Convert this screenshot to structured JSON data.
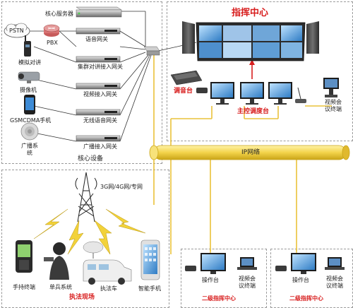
{
  "core": {
    "title": "核心设备",
    "pstn": "PSTN",
    "pbx": "PBX",
    "core_server": "核心服务器",
    "voice_gateway": "语音网关",
    "cluster_gateway": "集群对讲接入网关",
    "video_gateway": "视频接入网关",
    "wireless_gateway": "无线语音网关",
    "broadcast_gateway": "广播接入网关",
    "analog_radio": "模拟对讲",
    "camera": "摄像机",
    "mobile": "GSMCDMA手机",
    "broadcast_system_line1": "广播系",
    "broadcast_system_line2": "统"
  },
  "command_center": {
    "title": "指挥中心",
    "mixer": "调音台",
    "main_console": "主控调度台",
    "video_conf_line1": "视频会",
    "video_conf_line2": "议终端"
  },
  "network": {
    "ip_network": "IP网络",
    "wireless_network": "3G网/4G网/专网"
  },
  "field": {
    "title": "执法现场",
    "handheld": "手持终端",
    "soldier": "单兵系统",
    "vehicle": "执法车",
    "smartphone": "智能手机"
  },
  "sub_centers": [
    {
      "title": "二级指挥中心",
      "console": "操作台",
      "video_conf_line1": "视频会",
      "video_conf_line2": "议终端"
    },
    {
      "title": "二级指挥中心",
      "console": "操作台",
      "video_conf_line1": "视频会",
      "video_conf_line2": "议终端"
    }
  ],
  "colors": {
    "ip_bar": "#f3d34a",
    "ip_bar_edge": "#c9a418",
    "link_yellow": "#e9c23a",
    "title_red": "#d81e1e",
    "lightning": "#f2d23a"
  }
}
